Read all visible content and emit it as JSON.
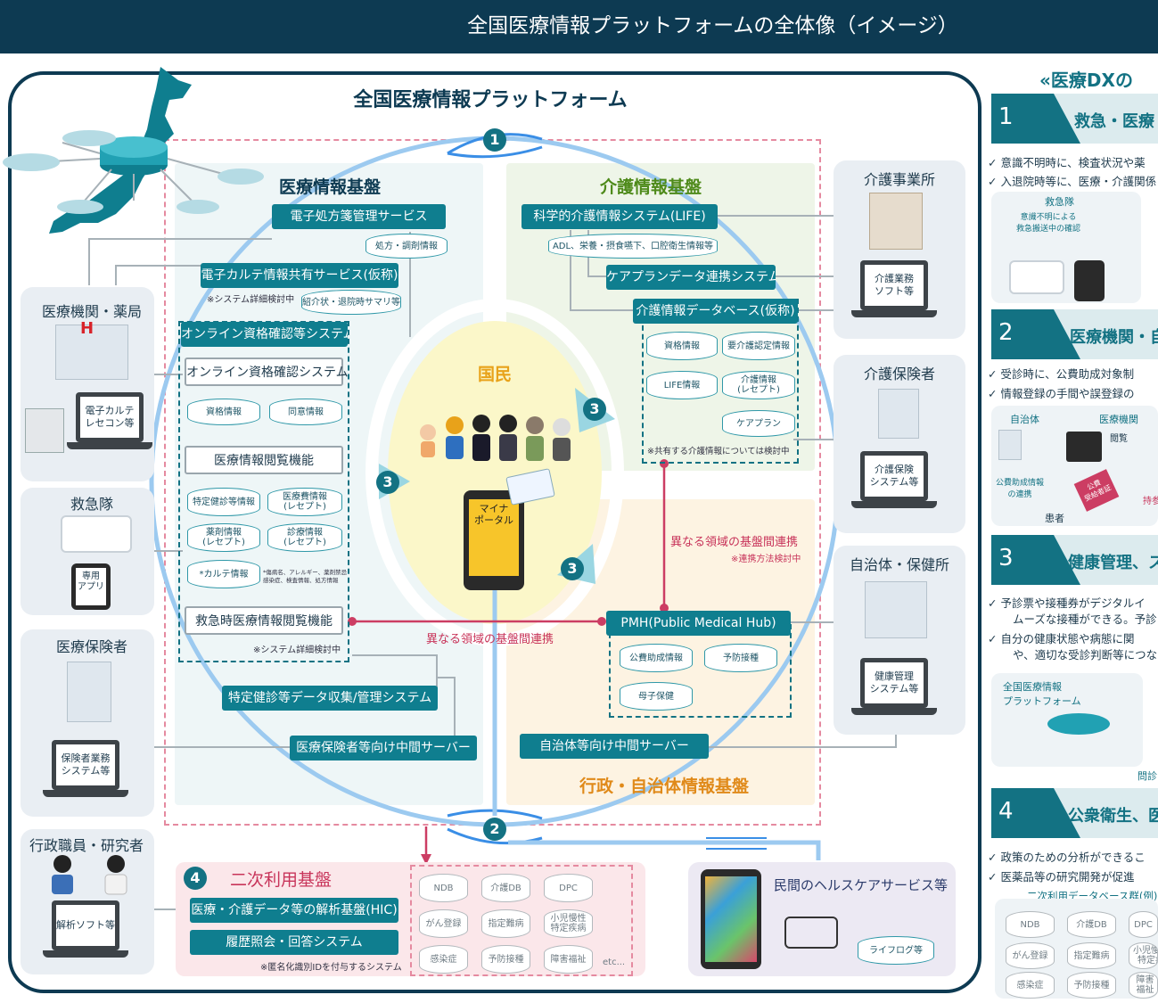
{
  "banner": {
    "title": "全国医療情報プラットフォームの全体像（イメージ）"
  },
  "platform": {
    "title": "全国医療情報プラットフォーム"
  },
  "circle_numbers": {
    "n1": "1",
    "n2": "2",
    "n3": "3",
    "n4": "4"
  },
  "medical": {
    "title": "医療情報基盤",
    "eprescription": "電子処方箋管理サービス",
    "eprescription_db": "処方・調剤情報",
    "ekarte": "電子カルテ情報共有サービス(仮称)",
    "ekarte_note": "※システム詳細検討中",
    "ekarte_db": "紹介状・退院時サマリ等",
    "online_qual": "オンライン資格確認等システム",
    "online_qual_sys": "オンライン資格確認システム",
    "qual_db": "資格情報",
    "consent_db": "同意情報",
    "viewing": "医療情報閲覧機能",
    "db_checkup": "特定健診等情報",
    "db_cost": "医療費情報\n(レセプト)",
    "db_drug": "薬剤情報\n(レセプト)",
    "db_diag": "診療情報\n(レセプト)",
    "db_karte": "*カルテ情報",
    "karte_note": "*傷病名、アレルギー、薬剤禁忌\n感染症、検査情報、処方情報",
    "emergency_view": "救急時医療情報閲覧機能",
    "emergency_note": "※システム詳細検討中",
    "checkup_sys": "特定健診等データ収集/管理システム",
    "insurer_server": "医療保険者等向け中間サーバー"
  },
  "care": {
    "title": "介護情報基盤",
    "life": "科学的介護情報システム(LIFE)",
    "life_db": "ADL、栄養・摂食嚥下、口腔衛生情報等",
    "careplan_sys": "ケアプランデータ連携システム",
    "care_db": "介護情報データベース(仮称)",
    "db_qual": "資格情報",
    "db_cert": "要介護認定情報",
    "db_life": "LIFE情報",
    "db_rece": "介護情報\n(レセプト)",
    "db_plan": "ケアプラン",
    "note": "※共有する介護情報については検討中"
  },
  "admin": {
    "title": "行政・自治体情報基盤",
    "pmh": "PMH(Public Medical Hub)",
    "db_subsidy": "公費助成情報",
    "db_vaccine": "予防接種",
    "db_maternal": "母子保健",
    "municipal_server": "自治体等向け中間サーバー"
  },
  "links": {
    "inter_right": "異なる領域の基盤間連携",
    "inter_right_note": "※連携方法検討中",
    "inter_left": "異なる領域の基盤間連携"
  },
  "citizen": {
    "title": "国民",
    "portal": "マイナ\nポータル"
  },
  "left": {
    "hospital": "医療機関・薬局",
    "hospital_h": "H",
    "hospital_laptop": "電子カルテ\nレセコン等",
    "ambulance": "救急隊",
    "ambulance_app": "専用\nアプリ",
    "insurer": "医療保険者",
    "insurer_laptop": "保険者業務\nシステム等",
    "researcher": "行政職員・研究者",
    "researcher_laptop": "解析ソフト等"
  },
  "right": {
    "care_office": "介護事業所",
    "care_office_laptop": "介護業務\nソフト等",
    "care_insurer": "介護保険者",
    "care_insurer_laptop": "介護保険\nシステム等",
    "municipal": "自治体・保健所",
    "municipal_laptop": "健康管理\nシステム等"
  },
  "secondary": {
    "title": "二次利用基盤",
    "hic": "医療・介護データ等の解析基盤(HIC)",
    "history": "履歴照会・回答システム",
    "note": "※匿名化識別IDを付与するシステム",
    "dbs": [
      "NDB",
      "介護DB",
      "DPC",
      "がん登録",
      "指定難病",
      "小児慢性\n特定疾病",
      "感染症",
      "予防接種",
      "障害福祉"
    ],
    "etc": "etc..."
  },
  "private": {
    "title": "民間のヘルスケアサービス等",
    "lifelog": "ライフログ等"
  },
  "right_panel": {
    "title": "«医療DXの",
    "s1_num": "1",
    "s1_title": "救急・医療",
    "s1_b1": "✓ 意識不明時に、検査状況や薬",
    "s1_b2": "✓ 入退院時等に、医療・介護関係",
    "s1_fig_t": "救急隊",
    "s1_fig_s": "意識不明による\n救急搬送中の確認",
    "s2_num": "2",
    "s2_title": "医療機関・自",
    "s2_b1": "✓   受診時に、公費助成対象制",
    "s2_b2": "✓   情報登録の手間や誤登録の",
    "s2_f_a": "自治体",
    "s2_f_b": "医療機関",
    "s2_f_c": "閲覧",
    "s2_f_d": "公費助成情報\nの連携",
    "s2_f_e": "患者",
    "s2_f_f": "持参",
    "s2_f_g": "公費\n受給者証",
    "s3_num": "3",
    "s3_title": "健康管理、ス",
    "s3_b1": "✓   予診票や接種券がデジタルイ",
    "s3_b1b": "ムーズな接種ができる。予診",
    "s3_b2": "✓   自分の健康状態や病態に関",
    "s3_b2b": "や、適切な受診判断等につな",
    "s3_fig": "全国医療情報\nプラットフォーム",
    "s3_q": "問診",
    "s4_num": "4",
    "s4_title": "公衆衛生、医",
    "s4_b1": "✓   政策のための分析ができるこ",
    "s4_b2": "✓   医薬品等の研究開発が促進",
    "s4_db_title": "二次利用データベース群(例)",
    "s4_dbs": [
      "NDB",
      "介護DB",
      "DPC",
      "がん登録",
      "指定難病",
      "小児慢性\n特定疾",
      "感染症",
      "予防接種",
      "障害福祉"
    ]
  }
}
